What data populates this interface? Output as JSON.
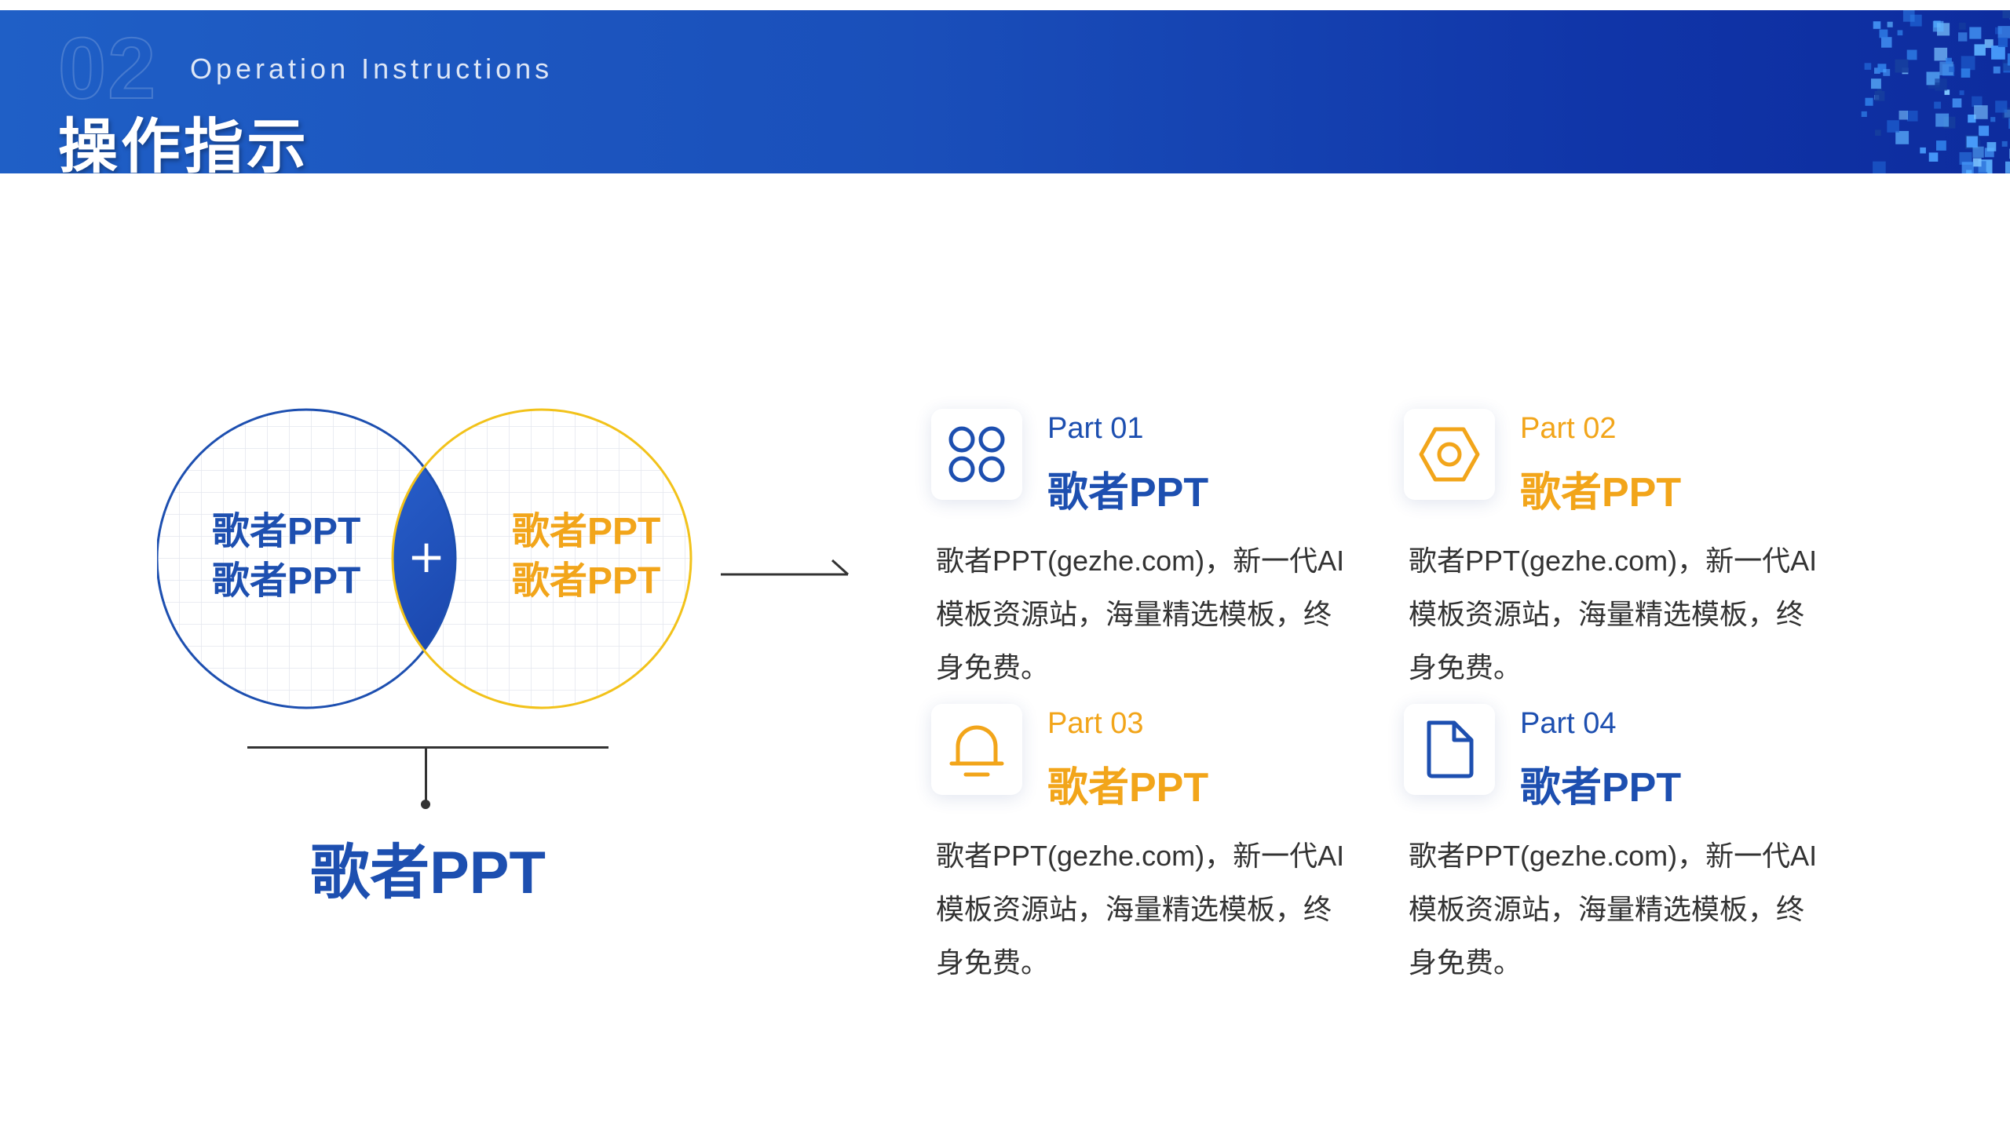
{
  "header": {
    "number": "02",
    "subtitle": "Operation  Instructions",
    "title": "操作指示"
  },
  "venn": {
    "left_text": [
      "歌者PPT",
      "歌者PPT"
    ],
    "right_text": [
      "歌者PPT",
      "歌者PPT"
    ],
    "center_symbol": "+",
    "main_label": "歌者PPT",
    "colors": {
      "blue": "#1d4fb0",
      "amber": "#f2a51a"
    }
  },
  "parts": [
    {
      "label": "Part 01",
      "title": "歌者PPT",
      "icon": "four-circles-icon",
      "color": "blue",
      "desc": "歌者PPT(gezhe.com)，新一代AI模板资源站，海量精选模板，终身免费。"
    },
    {
      "label": "Part 02",
      "title": "歌者PPT",
      "icon": "hexagon-nut-icon",
      "color": "amber",
      "desc": "歌者PPT(gezhe.com)，新一代AI模板资源站，海量精选模板，终身免费。"
    },
    {
      "label": "Part 03",
      "title": "歌者PPT",
      "icon": "bell-icon",
      "color": "amber",
      "desc": "歌者PPT(gezhe.com)，新一代AI模板资源站，海量精选模板，终身免费。"
    },
    {
      "label": "Part 04",
      "title": "歌者PPT",
      "icon": "document-icon",
      "color": "blue",
      "desc": "歌者PPT(gezhe.com)，新一代AI模板资源站，海量精选模板，终身免费。"
    }
  ]
}
